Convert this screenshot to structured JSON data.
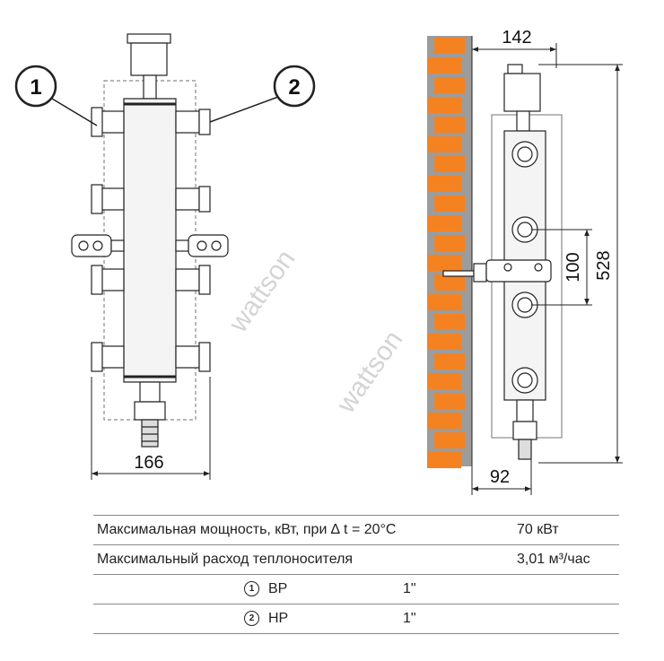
{
  "drawing": {
    "callouts": [
      "1",
      "2"
    ],
    "dimensions": {
      "front_width": "166",
      "side_depth_top": "142",
      "side_depth_bottom": "92",
      "connection_spacing": "100",
      "height": "528"
    },
    "watermark": "wattson"
  },
  "colors": {
    "brick": "#f58220",
    "mortar": "#9c9c9c",
    "line": "#222222",
    "outline_dashed": "#8a8a8a"
  },
  "specs": {
    "rows": [
      {
        "param": "Максимальная мощность, кВт, при ∆ t = 20°С",
        "value": "70 кВт"
      },
      {
        "param": "Максимальный расход теплоносителя",
        "value": "3,01 м³/час"
      }
    ],
    "connections": [
      {
        "num": "1",
        "label": "ВР",
        "size": "1\""
      },
      {
        "num": "2",
        "label": "НР",
        "size": "1\""
      }
    ]
  }
}
